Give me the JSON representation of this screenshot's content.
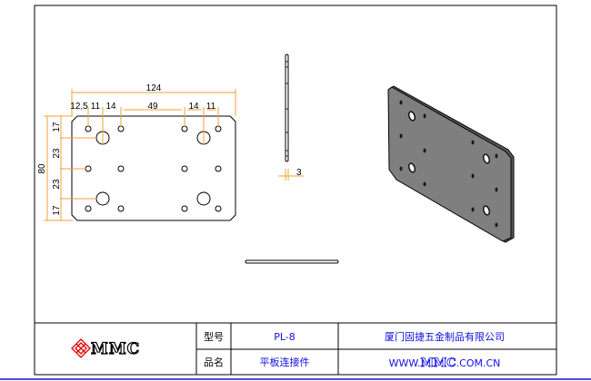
{
  "drawing": {
    "dimensions": {
      "overall_width": "124",
      "overall_height": "80",
      "h_offsets": [
        "12,5",
        "11",
        "14",
        "49",
        "14",
        "11"
      ],
      "v_offsets": [
        "17",
        "23",
        "23",
        "17"
      ],
      "thickness": "3"
    }
  },
  "title_block": {
    "logo_text": "MMC",
    "model_label": "型号",
    "model_value": "PL-8",
    "name_label": "品名",
    "name_value": "平板连接件",
    "company": "厦门固捷五金制品有限公司",
    "website_prefix": "WWW.",
    "website_brand": "MMC",
    "website_suffix": ".COM.CN"
  },
  "colors": {
    "dimension": "#f0a030",
    "title_text": "#1010e0",
    "plate_iso": "#7f7f7f",
    "logo": "#e00000"
  }
}
